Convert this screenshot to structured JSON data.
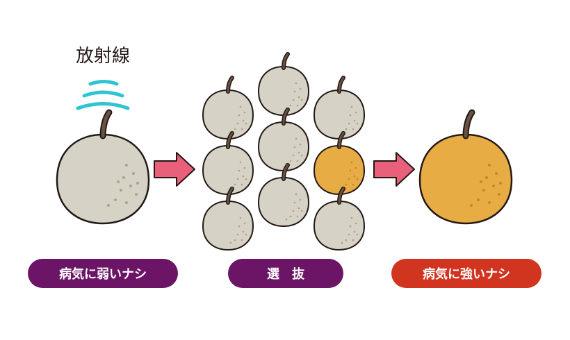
{
  "radiation_label": "放射線",
  "labels": {
    "weak": "病気に弱いナシ",
    "selection": "選　抜",
    "strong": "病気に強いナシ"
  },
  "colors": {
    "pear_gray": "#d6d3c6",
    "pear_gold": "#e8ac45",
    "outline": "#231815",
    "stem": "#6b5342",
    "speckle": "#b39e86",
    "radiation_wave": "#2ec4d2",
    "arrow": "#e8607a",
    "pill_weak": "#6c1466",
    "pill_selection": "#6c1466",
    "pill_strong": "#d1341f"
  }
}
